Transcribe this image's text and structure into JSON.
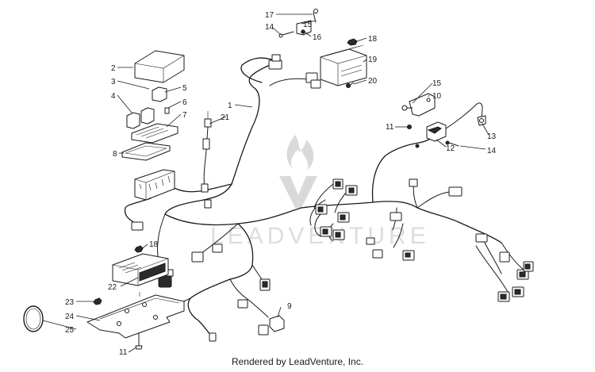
{
  "diagram": {
    "footer": "Rendered by LeadVenture, Inc.",
    "watermark": "LEADVENTURE",
    "callouts": {
      "c1": "1",
      "c2": "2",
      "c3": "3",
      "c4": "4",
      "c5": "5",
      "c6": "6",
      "c7": "7",
      "c8": "8",
      "c9": "9",
      "c10": "10",
      "c11a": "11",
      "c11b": "11",
      "c12": "12",
      "c13": "13",
      "c14a": "14",
      "c14b": "14",
      "c15a": "15",
      "c15b": "15",
      "c16": "16",
      "c17": "17",
      "c18a": "18",
      "c18b": "18",
      "c19": "19",
      "c20": "20",
      "c21": "21",
      "c22": "22",
      "c23": "23",
      "c24": "24",
      "c25": "25"
    }
  }
}
